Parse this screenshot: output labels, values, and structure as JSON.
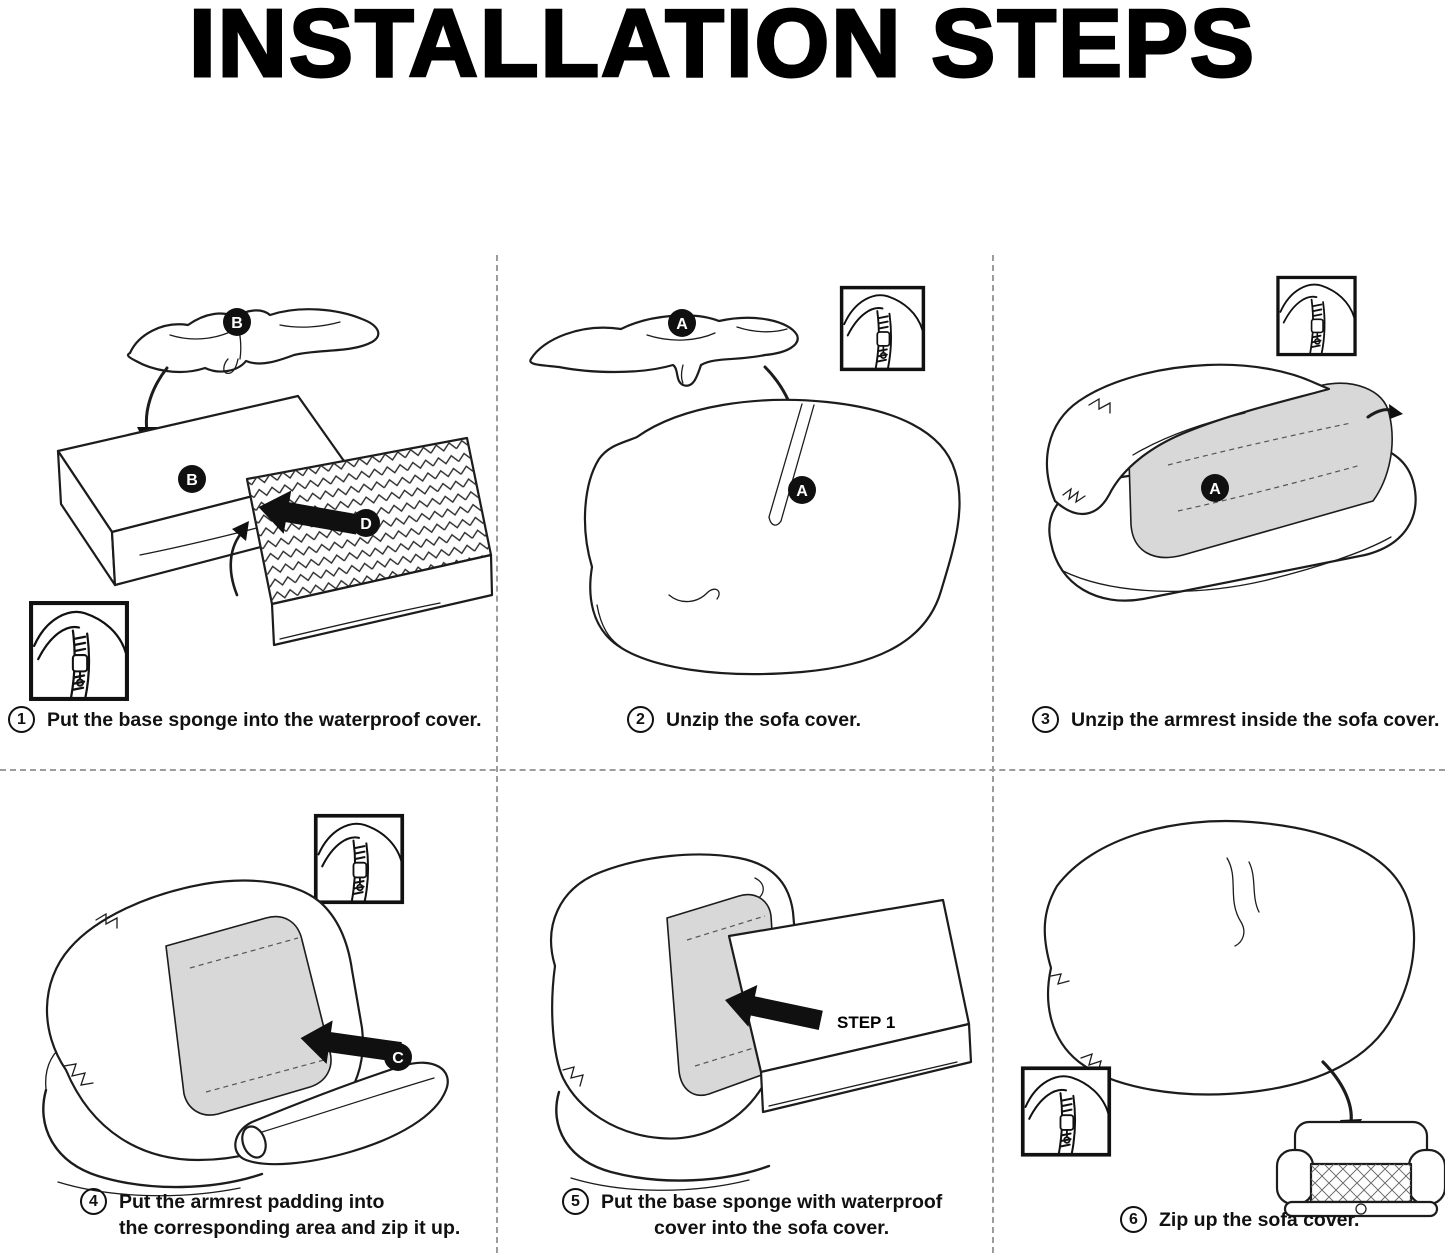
{
  "title": "INSTALLATION STEPS",
  "colors": {
    "ink": "#111111",
    "interior_gray": "#d8d8d8",
    "divider_gray": "#9c9c9c",
    "background": "#ffffff",
    "badge_bg": "#101010",
    "badge_text": "#ffffff"
  },
  "icons": {
    "zipper_inset": "zipper-closeup-inset",
    "block_arrow": "solid-left-arrow",
    "curved_arrow": "curved-direction-arrow",
    "small_sofa": "assembled-pet-sofa"
  },
  "steps": [
    {
      "number": "1",
      "caption": "Put the base sponge into the waterproof cover.",
      "badges": [
        "B",
        "B",
        "D"
      ]
    },
    {
      "number": "2",
      "caption": "Unzip the sofa cover.",
      "badges": [
        "A",
        "A"
      ]
    },
    {
      "number": "3",
      "caption": "Unzip the armrest inside the sofa cover.",
      "badges": [
        "A"
      ]
    },
    {
      "number": "4",
      "caption": "Put the armrest padding into\nthe corresponding area and zip it up.",
      "badges": [
        "C"
      ]
    },
    {
      "number": "5",
      "caption": "Put the base sponge with waterproof\ncover into the sofa cover.",
      "badges": [],
      "arrow_label": "STEP 1"
    },
    {
      "number": "6",
      "caption": "Zip up the sofa cover.",
      "badges": []
    }
  ]
}
